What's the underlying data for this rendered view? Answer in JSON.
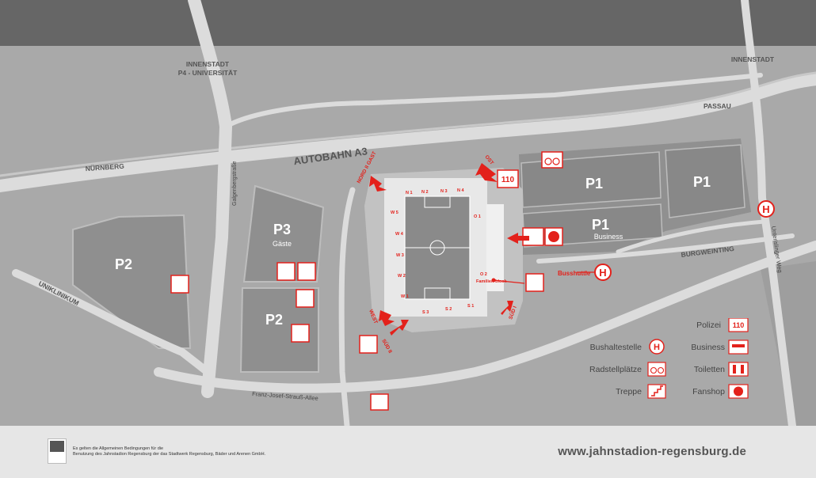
{
  "labels": {
    "innenstadt_west": "INNENSTADT",
    "p4_universitaet": "P4 - UNIVERSITÄT",
    "innenstadt_east": "INNENSTADT",
    "passau": "PASSAU",
    "autobahn": "AUTOBAHN A3",
    "nuernberg": "NÜRNBERG",
    "galgenbergstrasse": "Galgenbergstraße",
    "burgweinting": "BURGWEINTING",
    "uniklinikum": "UNIKLINIKUM",
    "franz_josef_strauss_allee": "Franz-Josef-Strauß-Allee",
    "unterislinger_weg": "Unterislinger Weg",
    "busshuttle": "Busshuttle"
  },
  "lots": {
    "p1": "P1",
    "business": "Business",
    "p2": "P2",
    "p3": "P3",
    "gaeste": "Gäste"
  },
  "blocks": {
    "n1": "N 1",
    "n2": "N 2",
    "n3": "N 3",
    "n4": "N 4",
    "w1": "W 1",
    "w2": "W 2",
    "w3": "W 3",
    "w4": "W 4",
    "w5": "W 5",
    "s1": "S 1",
    "s2": "S 2",
    "s3": "S 3",
    "o1": "O 1",
    "o2": "O 2",
    "familie": "Familien-block"
  },
  "entrances": {
    "nord_gast": "NORD II GAST",
    "ost": "OST",
    "west": "WEST",
    "sued1": "SÜD I",
    "sued2": "SÜD II"
  },
  "map": {
    "police_code": "110"
  },
  "legend": {
    "polizei": "Polizei",
    "polizei_code": "110",
    "bushaltestelle": "Bushaltestelle",
    "business": "Business",
    "radstellplaetze": "Radstellplätze",
    "toiletten": "Toiletten",
    "treppe": "Treppe",
    "fanshop": "Fanshop"
  },
  "colors": {
    "accent_red": "#e3211b",
    "map_gray": "#a9a9a9",
    "road_light": "#dcdcdc",
    "top_band": "#666666"
  },
  "footer": {
    "note_line1": "Es gelten die Allgemeinen Bedingungen für die",
    "note_line2": "Benutzung des Jahnstadion Regensburg der das Stadtwerk Regensburg, Bäder und Arenen GmbH.",
    "logo_text": "",
    "url": "www.jahnstadion-regensburg.de"
  }
}
